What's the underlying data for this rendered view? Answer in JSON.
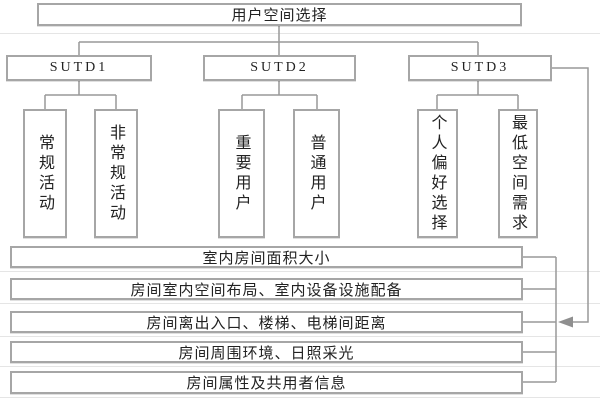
{
  "diagram": {
    "root_label": "用户空间选择",
    "groups": [
      {
        "label": "SUTD1",
        "children": [
          "常规活动",
          "非常规活动"
        ]
      },
      {
        "label": "SUTD2",
        "children": [
          "重要用户",
          "普通用户"
        ]
      },
      {
        "label": "SUTD3",
        "children": [
          "个人偏好选择",
          "最低空间需求"
        ]
      }
    ],
    "criteria": [
      "室内房间面积大小",
      "房间室内空间布局、室内设备设施配备",
      "房间离出入口、楼梯、电梯间距离",
      "房间周围环境、日照采光",
      "房间属性及共用者信息"
    ],
    "colors": {
      "background": "#ffffff",
      "box_border": "#a6a6a6",
      "connector": "#999999",
      "text": "#222222"
    }
  }
}
